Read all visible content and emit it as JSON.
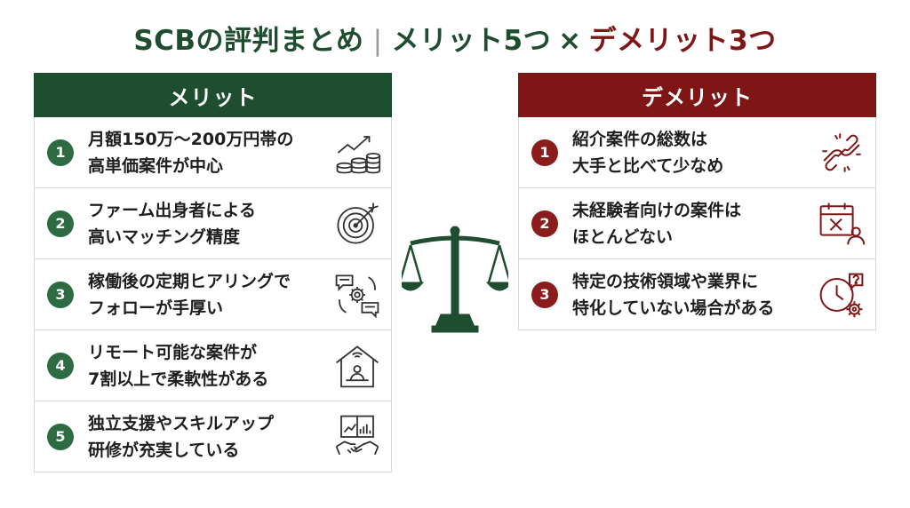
{
  "title": {
    "part1": "SCBの評判まとめ",
    "separator": "|",
    "part2": "メリット5つ",
    "times": "×",
    "part3": "デメリット3つ"
  },
  "merit": {
    "header": "メリット",
    "items": [
      {
        "num": "1",
        "line1": "月額150万〜200万円帯の",
        "line2": "高単価案件が中心",
        "icon": "money-growth-icon"
      },
      {
        "num": "2",
        "line1": "ファーム出身者による",
        "line2": "高いマッチング精度",
        "icon": "target-icon"
      },
      {
        "num": "3",
        "line1": "稼働後の定期ヒアリングで",
        "line2": "フォローが手厚い",
        "icon": "chat-gear-icon"
      },
      {
        "num": "4",
        "line1": "リモート可能な案件が",
        "line2": "7割以上で柔軟性がある",
        "icon": "remote-home-icon"
      },
      {
        "num": "5",
        "line1": "独立支援やスキルアップ",
        "line2": "研修が充実している",
        "icon": "training-handshake-icon"
      }
    ]
  },
  "demerit": {
    "header": "デメリット",
    "items": [
      {
        "num": "1",
        "line1": "紹介案件の総数は",
        "line2": "大手と比べて少なめ",
        "icon": "broken-chain-icon"
      },
      {
        "num": "2",
        "line1": "未経験者向けの案件は",
        "line2": "ほとんどない",
        "icon": "calendar-x-icon"
      },
      {
        "num": "3",
        "line1": "特定の技術領域や業界に",
        "line2": "特化していない場合がある",
        "icon": "clock-question-icon"
      }
    ]
  },
  "colors": {
    "merit_accent": "#1f4d2f",
    "demerit_accent": "#7e1616",
    "scale_icon": "scale-icon"
  }
}
